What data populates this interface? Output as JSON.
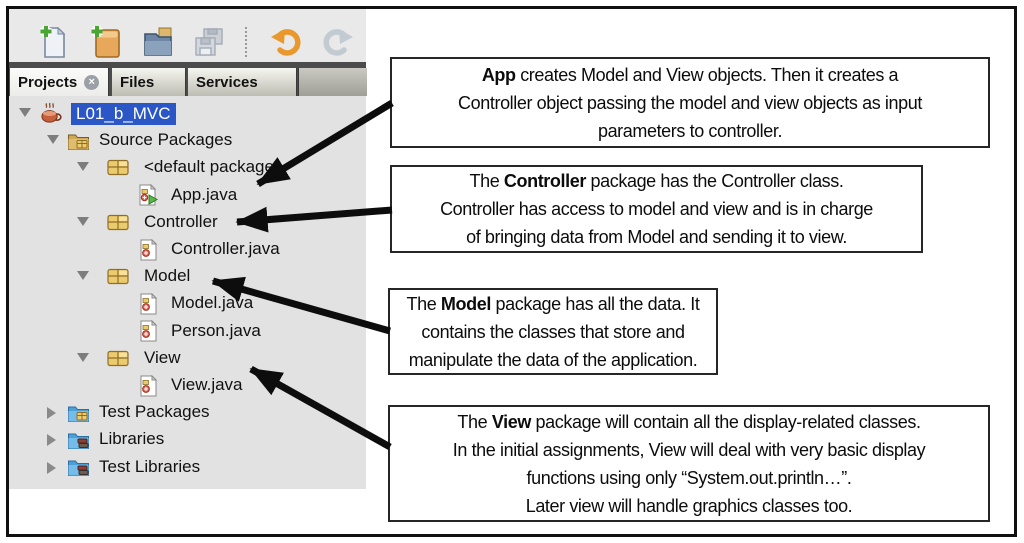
{
  "colors": {
    "selection_blue": "#2a56c6",
    "tree_bg": "#e2e2e2",
    "toolbar_bg": "#e9e9e9",
    "tabstrip_dark": "#4c4c4c",
    "arrow_black": "#0d0d0d",
    "package_gold": "#ecca6e",
    "folder_blue": "#62b1e8"
  },
  "toolbar": {
    "buttons": [
      {
        "icon": "new-file-icon",
        "enabled": true
      },
      {
        "icon": "new-project-icon",
        "enabled": true
      },
      {
        "icon": "open-project-icon",
        "enabled": true
      },
      {
        "icon": "save-all-icon",
        "enabled": false
      },
      {
        "icon": "undo-icon",
        "enabled": true
      },
      {
        "icon": "redo-icon",
        "enabled": false
      }
    ]
  },
  "tabs": [
    {
      "label": "Projects",
      "active": true,
      "closable": true
    },
    {
      "label": "Files",
      "active": false,
      "closable": false
    },
    {
      "label": "Services",
      "active": false,
      "closable": false
    }
  ],
  "tree": {
    "rows": [
      {
        "label": "L01_b_MVC",
        "level": 0,
        "expander": "expanded",
        "icon": "java-project-icon",
        "selected": true
      },
      {
        "label": "Source Packages",
        "level": 1,
        "expander": "expanded",
        "icon": "source-packages-folder-icon",
        "selected": false
      },
      {
        "label": "<default package>",
        "level": 2,
        "expander": "expanded",
        "icon": "package-icon",
        "selected": false
      },
      {
        "label": "App.java",
        "level": 3,
        "expander": null,
        "icon": "java-main-class-icon",
        "selected": false
      },
      {
        "label": "Controller",
        "level": 2,
        "expander": "expanded",
        "icon": "package-icon",
        "selected": false
      },
      {
        "label": "Controller.java",
        "level": 3,
        "expander": null,
        "icon": "java-class-icon",
        "selected": false
      },
      {
        "label": "Model",
        "level": 2,
        "expander": "expanded",
        "icon": "package-icon",
        "selected": false
      },
      {
        "label": "Model.java",
        "level": 3,
        "expander": null,
        "icon": "java-class-icon",
        "selected": false
      },
      {
        "label": "Person.java",
        "level": 3,
        "expander": null,
        "icon": "java-class-icon",
        "selected": false
      },
      {
        "label": "View",
        "level": 2,
        "expander": "expanded",
        "icon": "package-icon",
        "selected": false
      },
      {
        "label": "View.java",
        "level": 3,
        "expander": null,
        "icon": "java-class-icon",
        "selected": false
      },
      {
        "label": "Test Packages",
        "level": 1,
        "expander": "collapsed",
        "icon": "test-packages-folder-icon",
        "selected": false
      },
      {
        "label": "Libraries",
        "level": 1,
        "expander": "collapsed",
        "icon": "libraries-folder-icon",
        "selected": false
      },
      {
        "label": "Test Libraries",
        "level": 1,
        "expander": "collapsed",
        "icon": "libraries-folder-icon",
        "selected": false
      }
    ]
  },
  "callouts": [
    {
      "target": "App.java",
      "lines": [
        [
          {
            "bold": true,
            "text": "App"
          },
          {
            "text": " creates Model and View objects. Then it creates a"
          }
        ],
        [
          {
            "text": "Controller object passing the model and view objects as input"
          }
        ],
        [
          {
            "text": "parameters to controller."
          }
        ]
      ]
    },
    {
      "target": "Controller",
      "lines": [
        [
          {
            "text": "The "
          },
          {
            "bold": true,
            "text": "Controller"
          },
          {
            "text": " package has the Controller class."
          }
        ],
        [
          {
            "text": "Controller has access to model and view and is in charge"
          }
        ],
        [
          {
            "text": "of bringing data from Model and sending it to view."
          }
        ]
      ]
    },
    {
      "target": "Model",
      "lines": [
        [
          {
            "text": "The "
          },
          {
            "bold": true,
            "text": "Model"
          },
          {
            "text": " package has all the data. It"
          }
        ],
        [
          {
            "text": "contains the classes that store and"
          }
        ],
        [
          {
            "text": "manipulate the data of the application."
          }
        ]
      ]
    },
    {
      "target": "View",
      "lines": [
        [
          {
            "text": "The "
          },
          {
            "bold": true,
            "text": "View"
          },
          {
            "text": " package will contain all the display-related classes."
          }
        ],
        [
          {
            "text": "In the initial assignments, View will deal with very basic display"
          }
        ],
        [
          {
            "text": "functions using only “System.out.println…”."
          }
        ],
        [
          {
            "text": "Later view will handle graphics classes too."
          }
        ]
      ]
    }
  ]
}
